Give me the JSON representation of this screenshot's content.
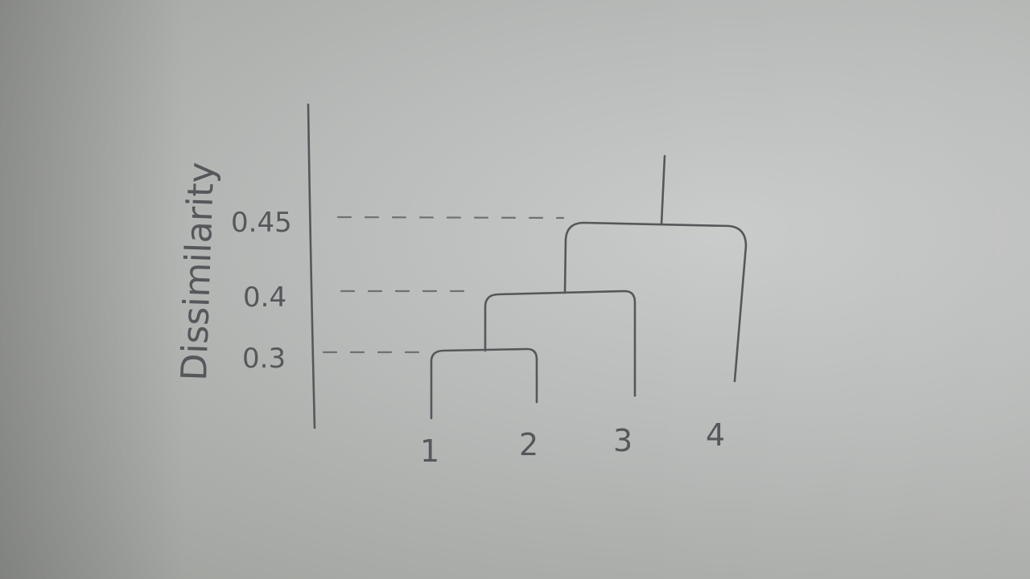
{
  "diagram": {
    "type": "dendrogram",
    "axis_label": "Dissimilarity",
    "ticks": [
      "0.3",
      "0.4",
      "0.45"
    ],
    "leaves": [
      "1",
      "2",
      "3",
      "4"
    ],
    "merges": [
      {
        "joins": [
          "1",
          "2"
        ],
        "height": 0.3
      },
      {
        "joins": [
          "1,2",
          "3"
        ],
        "height": 0.4
      },
      {
        "joins": [
          "1,2,3",
          "4"
        ],
        "height": 0.45
      }
    ]
  },
  "colors": {
    "pencil": "#55575a",
    "dash": "#6e7073"
  }
}
